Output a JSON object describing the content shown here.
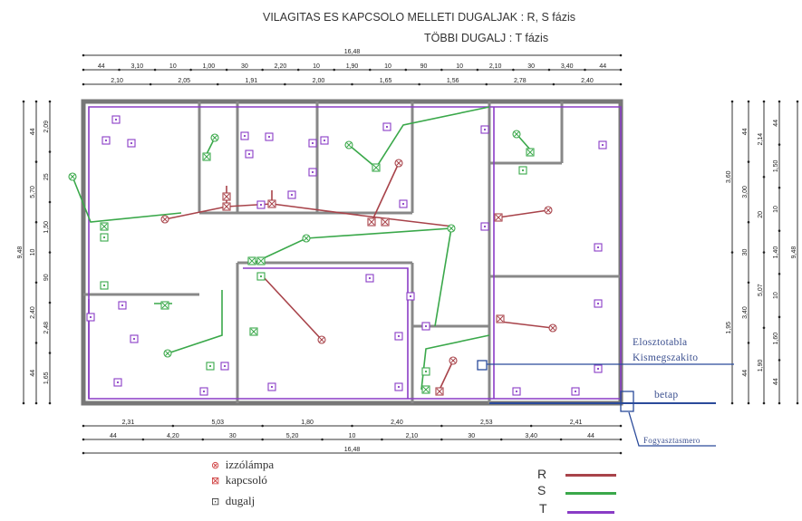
{
  "header": {
    "line1": "VILAGITAS ES KAPCSOLO MELLETI DUGALJAK : R, S fázis",
    "line2": "TÖBBI DUGALJ : T fázis"
  },
  "dimensions": {
    "top_total": "16,48",
    "top_row1": [
      "44",
      "3,10",
      "10",
      "1,00",
      "30",
      "2,20",
      "10",
      "1,90",
      "10",
      "90",
      "10",
      "2,10",
      "30",
      "3,40",
      "44"
    ],
    "top_row2": [
      "2,10",
      "2,05",
      "1,91",
      "2,00",
      "1,65",
      "1,56",
      "2,78",
      "2,40"
    ],
    "bottom_row1": [
      "2,31",
      "5,03",
      "1,80",
      "2,40",
      "2,53",
      "2,41"
    ],
    "bottom_row2": [
      "44",
      "4,20",
      "30",
      "5,20",
      "10",
      "2,10",
      "30",
      "3,40",
      "44"
    ],
    "bottom_total": "16,48",
    "left_total": "9,48",
    "left_row1": [
      "44",
      "5,70",
      "10",
      "2,40",
      "44"
    ],
    "left_row2": [
      "2,09",
      "25",
      "1,50",
      "90",
      "2,48",
      "1,65"
    ],
    "right_row1": [
      "3,60",
      "1,95"
    ],
    "right_row2": [
      "44",
      "3,00",
      "30",
      "3,40",
      "44"
    ],
    "right_row3": [
      "2,14",
      "20",
      "5,07",
      "1,90"
    ],
    "right_row4": [
      "44",
      "1,50",
      "10",
      "1,40",
      "10",
      "1,60",
      "44"
    ],
    "right_total": "9,48"
  },
  "annotations": {
    "panel": "Elosztotabla",
    "breaker": "Kismegszakito",
    "feed": "betap",
    "meter": "Fogyasztasmero"
  },
  "legend": {
    "lamp": "izzólámpa",
    "switch": "kapcsoló",
    "outlet": "dugalj"
  },
  "phases": [
    {
      "label": "R",
      "color": "#a8434a"
    },
    {
      "label": "S",
      "color": "#3aa84a"
    },
    {
      "label": "T",
      "color": "#8a3cc6"
    }
  ],
  "colors": {
    "wall": "#666666",
    "blue": "#2a4a9a"
  }
}
